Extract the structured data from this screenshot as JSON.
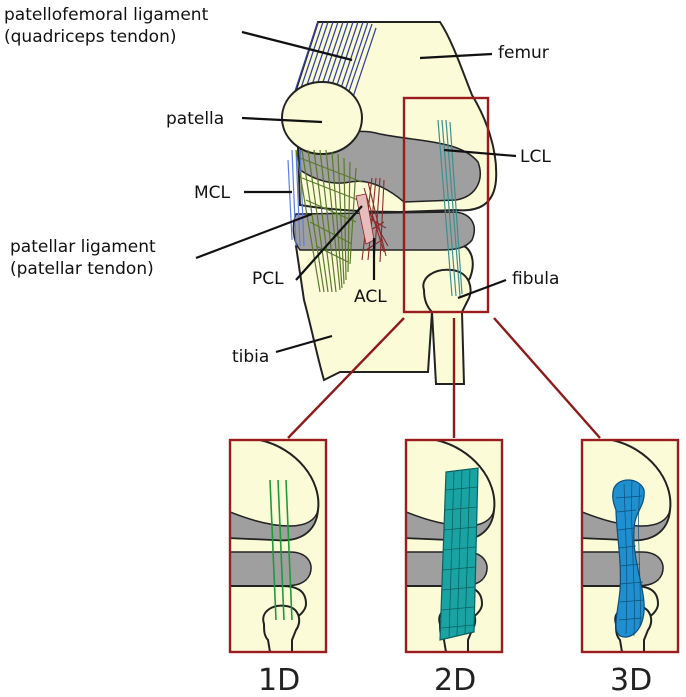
{
  "labels": {
    "patellofemoral_line1": "patellofemoral ligament",
    "patellofemoral_line2": "(quadriceps tendon)",
    "femur": "femur",
    "patella": "patella",
    "lcl": "LCL",
    "mcl": "MCL",
    "patellar_line1": "patellar ligament",
    "patellar_line2": "(patellar tendon)",
    "pcl": "PCL",
    "acl": "ACL",
    "fibula": "fibula",
    "tibia": "tibia"
  },
  "models": [
    {
      "label": "1D"
    },
    {
      "label": "2D"
    },
    {
      "label": "3D"
    }
  ],
  "colors": {
    "bone": "#fbfbd8",
    "cartilage": "#9f9f9f",
    "frame": "#9b1c1c",
    "quad_tendon": "#2f3f9f",
    "mcl": "#5a7fe0",
    "patellar_tendon": "#5b7a2a",
    "cruciates": "#8a2a2a",
    "lcl": "#3f8f8f",
    "model_1d": "#1f9a3a",
    "model_2d": "#1aa3a3",
    "model_3d": "#1f8fcf"
  }
}
